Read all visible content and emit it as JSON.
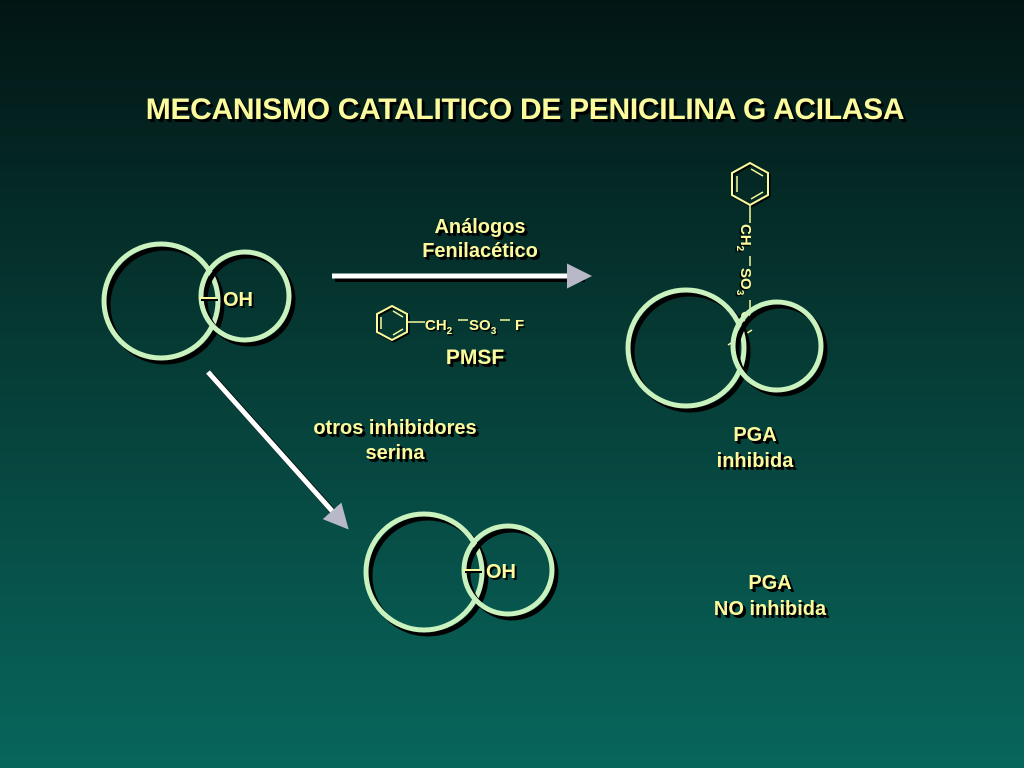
{
  "colors": {
    "text": "#fbfb9e",
    "circle_stroke": "#c9f2bf",
    "circle_shadow": "#000000",
    "arrow": "#ffffff",
    "arrowhead": "#b8b8c8"
  },
  "title": "MECANISMO CATALITICO DE PENICILINA  G  ACILASA",
  "enzyme_top": {
    "hydroxyl_label": "OH"
  },
  "enzyme_bottom": {
    "hydroxyl_label": "OH"
  },
  "analogos": {
    "line1": "Análogos",
    "line2": "Fenilacético"
  },
  "pmsf": {
    "name": "PMSF",
    "formula": {
      "ch": "CH",
      "ch_sub": "2",
      "so": "SO",
      "so_sub": "3",
      "f": "F"
    }
  },
  "otros": {
    "line1": "otros inhibidores",
    "line2": "serina"
  },
  "inhibited_complex": {
    "ch": "CH",
    "ch_sub": "2",
    "so": "SO",
    "so_sub": "3",
    "o": "O"
  },
  "pga_inhibida": {
    "line1": "PGA",
    "line2": "inhibida"
  },
  "pga_no_inhibida": {
    "line1": "PGA",
    "line2": "NO inhibida"
  }
}
